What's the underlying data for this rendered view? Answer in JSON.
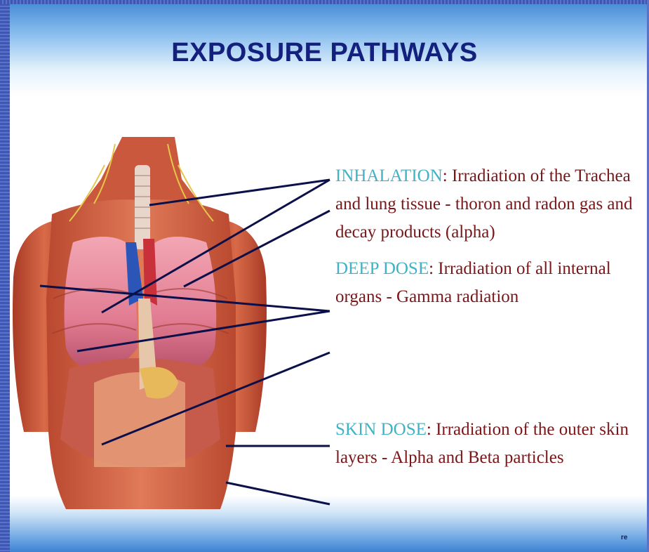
{
  "title": "EXPOSURE PATHWAYS",
  "inhalation": {
    "key": "INHALATION",
    "text": ": Irradiation of the Trachea and lung tissue - thoron and radon gas and decay products (alpha)"
  },
  "deep_dose": {
    "key": "DEEP DOSE",
    "text": ": Irradiation of all internal organs - Gamma radiation"
  },
  "skin_dose": {
    "key": "SKIN DOSE",
    "text": ": Irradiation of the outer skin layers - Alpha and Beta particles"
  },
  "corner_mark": "re",
  "colors": {
    "title": "#14207e",
    "label_key": "#3fb2c6",
    "label_text": "#7a1518",
    "leader_line": "#0b0f4a",
    "skin": "#d9704f",
    "lung": "#e9899c",
    "border": "#3f57b4"
  }
}
